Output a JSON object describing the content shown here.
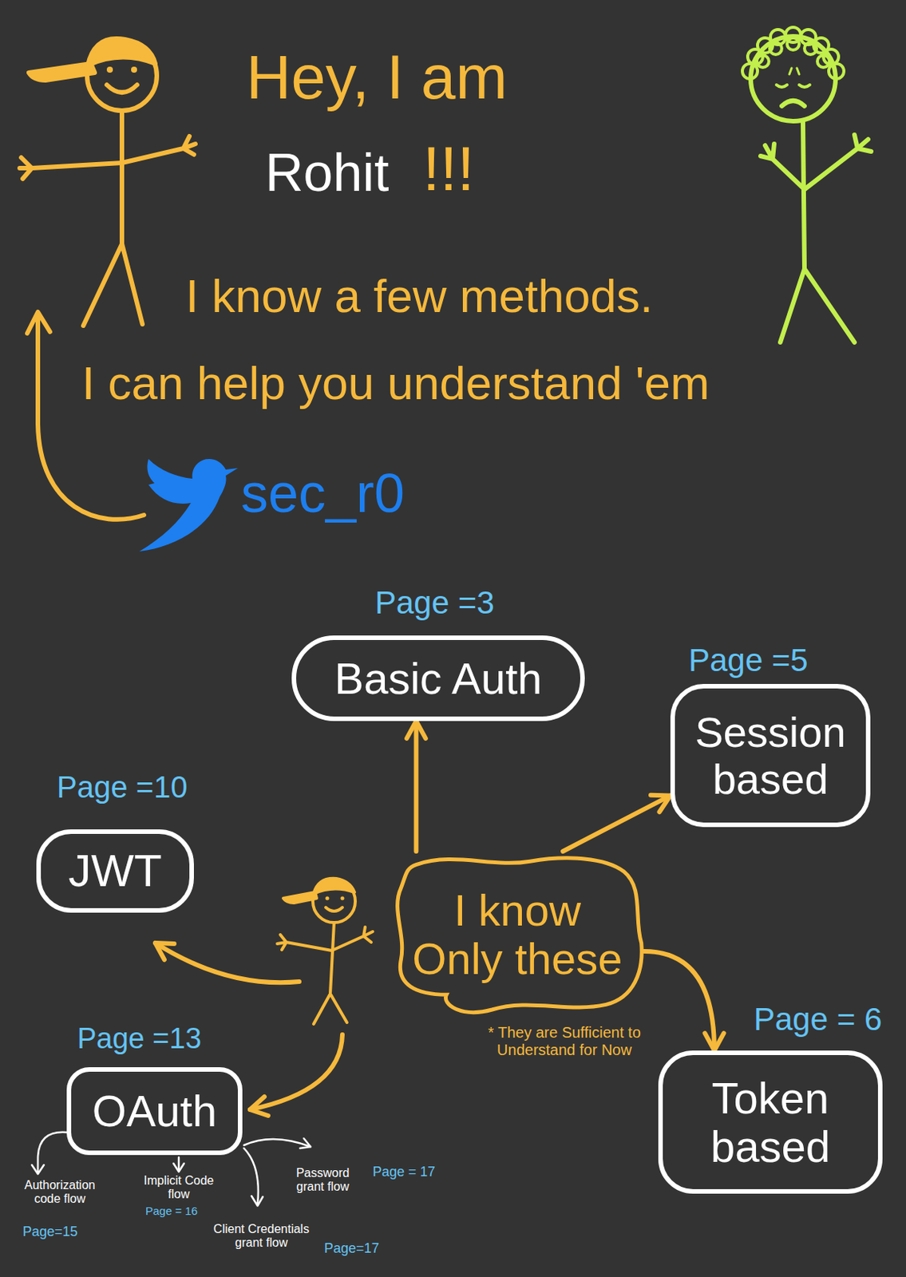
{
  "diagram": {
    "nodes": [
      {
        "text": [
          "Basic Auth"
        ]
      },
      {
        "text": [
          "Session based"
        ]
      },
      {
        "text": [
          "JWT"
        ]
      },
      {
        "text": [
          "I know Only these"
        ]
      },
      {
        "text": [
          "Token based"
        ]
      },
      {
        "text": [
          "OAuth"
        ]
      }
    ],
    "edges": [
      {
        "from": 3,
        "to": 0,
        "arrow": "to"
      },
      {
        "from": 3,
        "to": 1,
        "arrow": "to"
      },
      {
        "from": 3,
        "to": 4,
        "arrow": "to"
      }
    ],
    "labels": [
      "Hey, I am",
      "Rohit",
      "!!!",
      "I know a few methods.",
      "I can help you understand 'em",
      "sec_r0",
      "Page =3",
      "Page =5",
      "Page =10",
      "* They are Sufficient to Understand for Now",
      "Page = 6",
      "Page =13",
      "Authorization code flow",
      "Page=15",
      "Implicit Code flow",
      "Page = 16",
      "Password grant flow",
      "Page = 17",
      "Client Credentials grant flow",
      "Page=17"
    ]
  }
}
